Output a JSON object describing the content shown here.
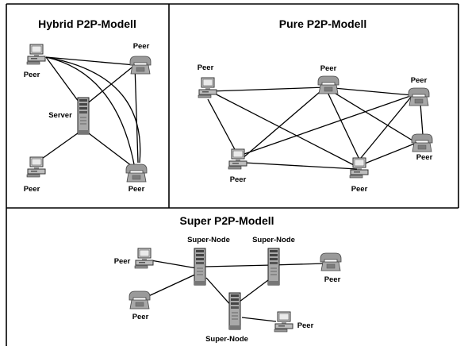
{
  "panels": {
    "hybrid": {
      "title": "Hybrid P2P-Modell",
      "labels": {
        "peer_tl": "Peer",
        "peer_tr": "Peer",
        "server": "Server",
        "peer_bl": "Peer",
        "peer_br": "Peer"
      }
    },
    "pure": {
      "title": "Pure P2P-Modell",
      "labels": {
        "peer_a": "Peer",
        "peer_b": "Peer",
        "peer_c": "Peer",
        "peer_d": "Peer",
        "peer_e": "Peer",
        "peer_f": "Peer"
      }
    },
    "super": {
      "title": "Super P2P-Modell",
      "labels": {
        "supernode_1": "Super-Node",
        "supernode_2": "Super-Node",
        "supernode_3": "Super-Node",
        "peer_1": "Peer",
        "peer_2": "Peer",
        "peer_3": "Peer",
        "peer_4": "Peer"
      }
    }
  },
  "icons": {
    "pc": "desktop-computer-icon",
    "phone": "telephone-icon",
    "server": "server-tower-icon"
  },
  "colors": {
    "line": "#000000",
    "device_light": "#cfcfcf",
    "device_mid": "#9a9a9a",
    "device_dark": "#333333",
    "screen": "#e8e8e8"
  }
}
